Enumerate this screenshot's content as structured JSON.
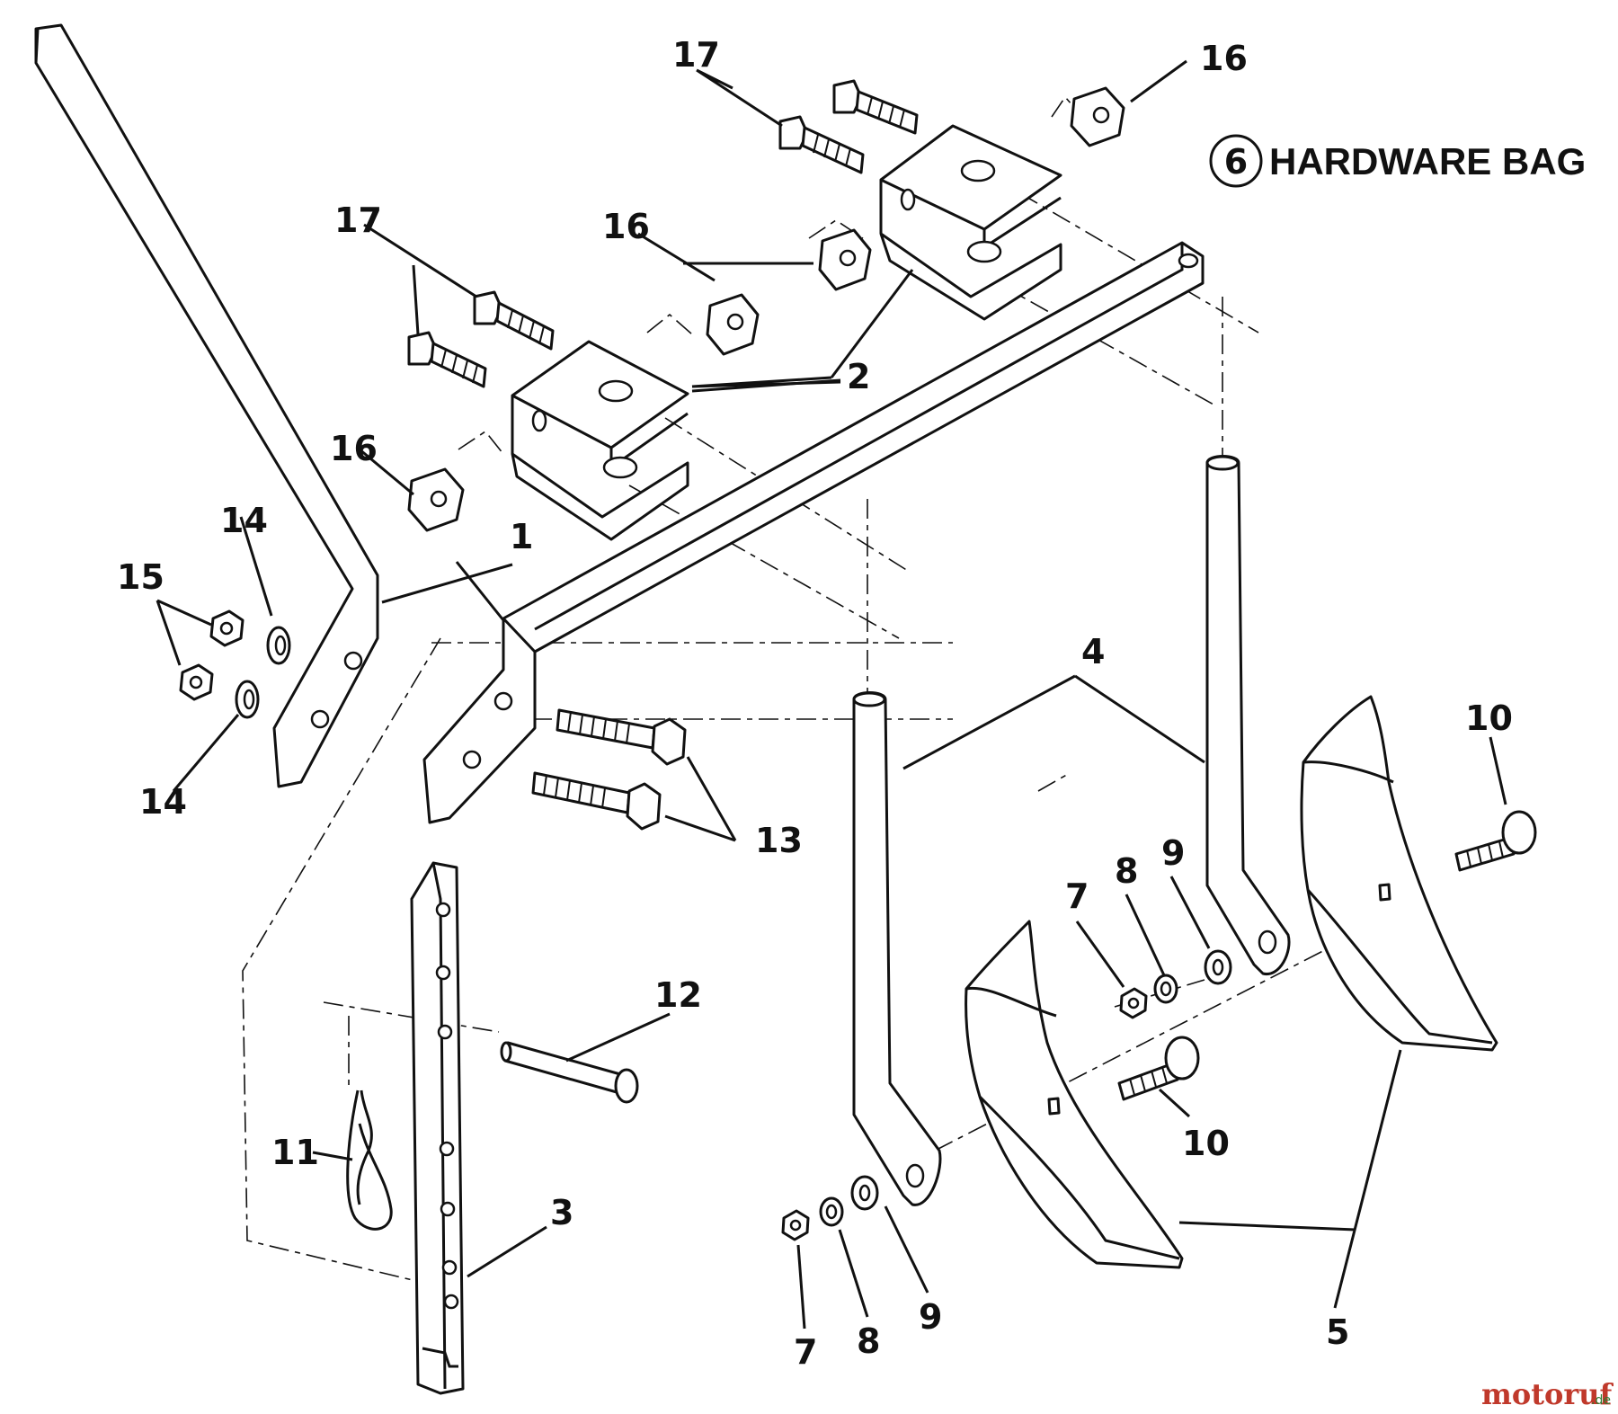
{
  "header": {
    "hardware_bag_number": "6",
    "hardware_bag_label": "HARDWARE BAG"
  },
  "callouts": [
    {
      "id": "1",
      "text": "1"
    },
    {
      "id": "2",
      "text": "2"
    },
    {
      "id": "3",
      "text": "3"
    },
    {
      "id": "4",
      "text": "4"
    },
    {
      "id": "5",
      "text": "5"
    },
    {
      "id": "7",
      "text": "7"
    },
    {
      "id": "8",
      "text": "8"
    },
    {
      "id": "9",
      "text": "9"
    },
    {
      "id": "10",
      "text": "10"
    },
    {
      "id": "11",
      "text": "11"
    },
    {
      "id": "12",
      "text": "12"
    },
    {
      "id": "13",
      "text": "13"
    },
    {
      "id": "14",
      "text": "14"
    },
    {
      "id": "15",
      "text": "15"
    },
    {
      "id": "16",
      "text": "16"
    },
    {
      "id": "17",
      "text": "17"
    }
  ],
  "watermark": {
    "brand": "motoruf",
    "suffix": ".de"
  },
  "colors": {
    "ink": "#111111",
    "watermark_primary": "#c0392b",
    "watermark_secondary": "#2e7d32"
  }
}
